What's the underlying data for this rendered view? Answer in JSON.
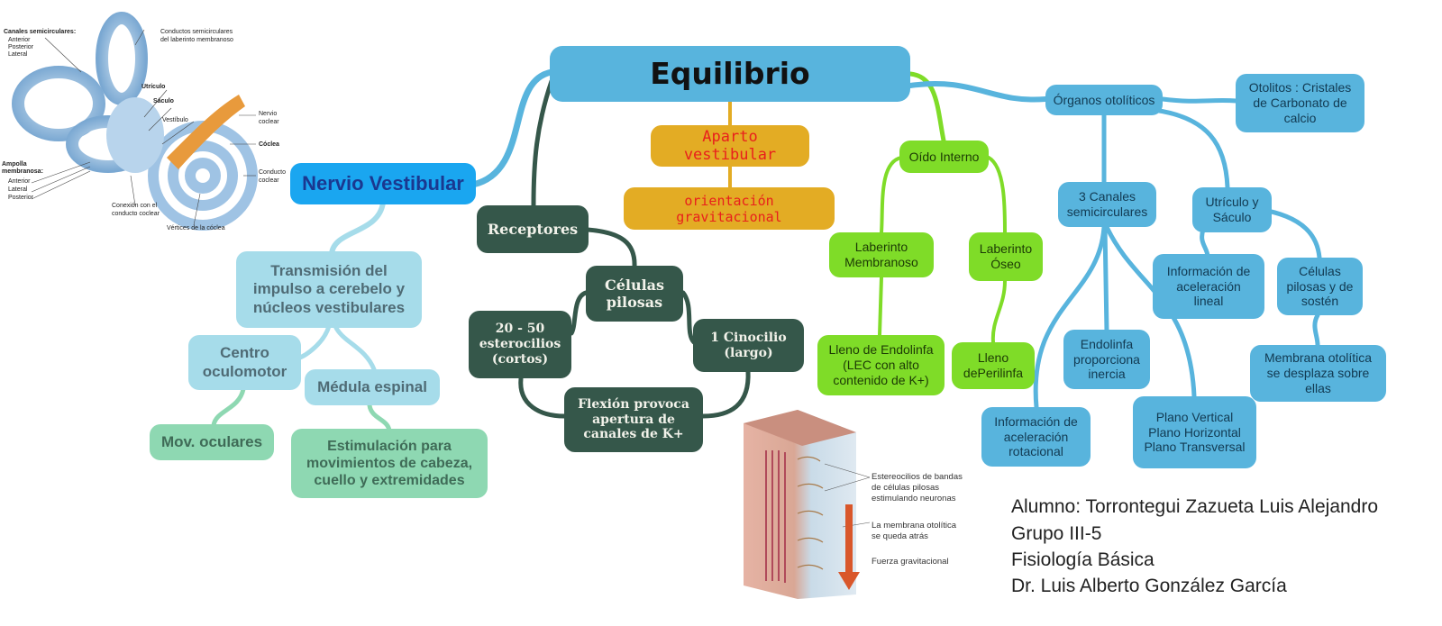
{
  "central": "Equilibrio",
  "nodes": {
    "nervio_vestibular": "Nervio Vestibular",
    "transmision": "Transmisión del\nimpulso a cerebelo y\nnúcleos vestibulares",
    "centro_oculomotor": "Centro\noculomotor",
    "medula_espinal": "Médula espinal",
    "mov_oculares": "Mov. oculares",
    "estimulacion": "Estimulación para\nmovimientos de cabeza,\ncuello y extremidades",
    "receptores": "Receptores",
    "celulas_pilosas": "Células\npilosas",
    "estereocilios": "20 - 50\nesterocilios\n(cortos)",
    "cinocilio": "1 Cinocilio\n(largo)",
    "flexion": "Flexión provoca\napertura de\ncanales de K+",
    "aparato_vestibular": "Aparto vestibular",
    "orientacion": "orientación gravitacional",
    "oido_interno": "Oído Interno",
    "laberinto_membranoso": "Laberinto\nMembranoso",
    "laberinto_oseo": "Laberinto\nÓseo",
    "lleno_endolinfa": "Lleno de Endolinfa\n(LEC con alto\ncontenido de K+)",
    "lleno_perilinfa": "Lleno\ndePerilinfa",
    "organos_otoliticos": "Órganos otolíticos",
    "otolitos": "Otolitos : Cristales\nde Carbonato de\ncalcio",
    "tres_canales": "3 Canales\nsemicirculares",
    "utriculo_saculo": "Utrículo y\nSáculo",
    "info_lineal": "Información de\naceleración\nlineal",
    "celulas_sosten": "Células\npilosas y de\nsostén",
    "membrana_otolitica": "Membrana otolítica\nse desplaza sobre\nellas",
    "endolinfa_inercia": "Endolinfa\nproporciona\ninercia",
    "info_rotacional": "Información de\naceleración\nrotacional",
    "planos": "Plano Vertical\nPlano Horizontal\nPlano Transversal"
  },
  "ear_figure": {
    "canales_title": "Canales semicirculares:",
    "canal_anterior": "Anterior",
    "canal_posterior": "Posterior",
    "canal_lateral": "Lateral",
    "conductos_1": "Conductos semicirculares",
    "conductos_2": "del laberinto membranoso",
    "utriculo": "Utrículo",
    "saculo": "Sáculo",
    "vestibulo": "Vestíbulo",
    "nervio_coclear_1": "Nervio",
    "nervio_coclear_2": "coclear",
    "coclea": "Cóclea",
    "ampolla_1": "Ampolla",
    "ampolla_2": "membranosa:",
    "amp_anterior": "Anterior",
    "amp_lateral": "Lateral",
    "amp_posterior": "Posterior",
    "conexion_1": "Conexión con el",
    "conexion_2": "conducto coclear",
    "conducto_coclear_1": "Conducto",
    "conducto_coclear_2": "coclear",
    "vertices": "Vértices de la cóclea"
  },
  "hair_cell_figure": {
    "label1_1": "Estereocilios de bandas",
    "label1_2": "de células pilosas",
    "label1_3": "estimulando neuronas",
    "label2_1": "La membrana otolítica",
    "label2_2": "se queda atrás",
    "label3": "Fuerza gravitacional"
  },
  "footer": {
    "alumno": "Alumno: Torrontegui Zazueta Luis Alejandro",
    "grupo": "Grupo III-5",
    "materia": "Fisiología Básica",
    "profesor": "Dr. Luis Alberto González García"
  },
  "colors": {
    "blue": "#58b4dd",
    "green": "#7fdc28",
    "dark": "#35574a",
    "light": "#a6dcea",
    "mint": "#8ed8b2",
    "yellow": "#e3ac24",
    "red_text": "#e8201c"
  }
}
